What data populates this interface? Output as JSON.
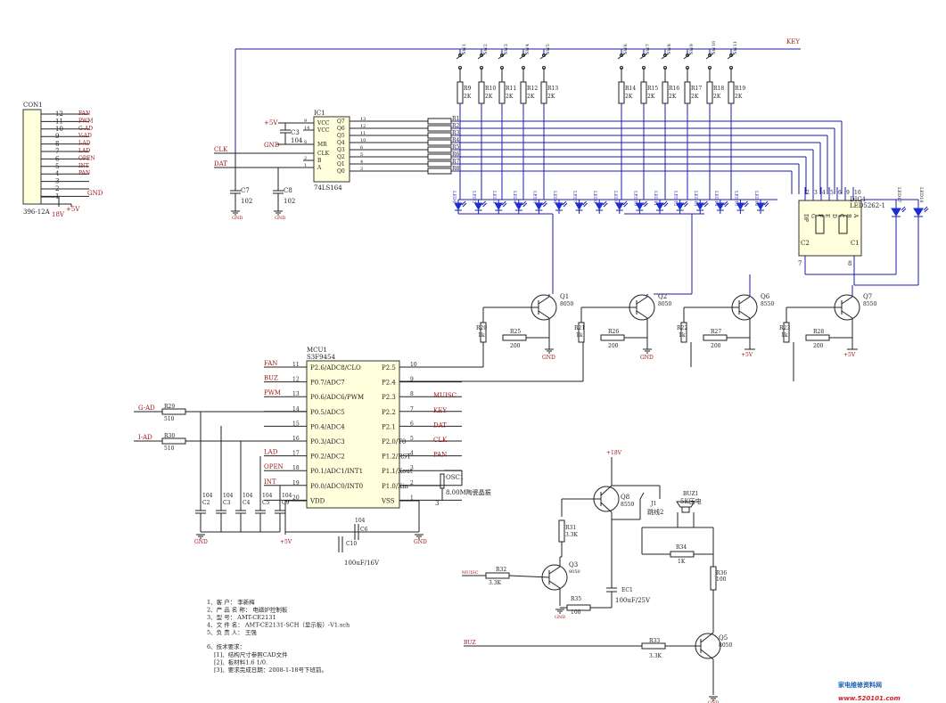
{
  "con1": {
    "ref": "CON1",
    "part": "396-12A",
    "pins": [
      {
        "num": "12",
        "net": "FAN"
      },
      {
        "num": "11",
        "net": "PWM"
      },
      {
        "num": "10",
        "net": "G-AD"
      },
      {
        "num": "9",
        "net": "V-AD"
      },
      {
        "num": "8",
        "net": "I-AD"
      },
      {
        "num": "7",
        "net": "LAD"
      },
      {
        "num": "6",
        "net": "OPEN"
      },
      {
        "num": "5",
        "net": "INT"
      },
      {
        "num": "4",
        "net": "PAN"
      },
      {
        "num": "3",
        "net": ""
      },
      {
        "num": "2",
        "net": ""
      },
      {
        "num": "1",
        "net": ""
      }
    ],
    "gnd": "GND",
    "p18": "18V",
    "p5": "+5V"
  },
  "ic1": {
    "ref": "IC1",
    "part": "74LS164",
    "left_pins": [
      {
        "num": "9",
        "name": "VCC"
      },
      {
        "num": "14",
        "name": "VCC"
      },
      {
        "num": "8",
        "name": "MR"
      },
      {
        "num": "",
        "name": "CLK"
      },
      {
        "num": "2",
        "name": "B"
      },
      {
        "num": "1",
        "name": "A"
      }
    ],
    "right_pins": [
      {
        "num": "13",
        "name": "Q7"
      },
      {
        "num": "12",
        "name": "Q6"
      },
      {
        "num": "11",
        "name": "Q5"
      },
      {
        "num": "10",
        "name": "Q4"
      },
      {
        "num": "6",
        "name": "Q3"
      },
      {
        "num": "5",
        "name": "Q2"
      },
      {
        "num": "4",
        "name": "Q1"
      },
      {
        "num": "3",
        "name": "Q0"
      }
    ],
    "v5": "+5V",
    "gnd": "GND",
    "c3": "C3",
    "c3v": "104",
    "clk": "CLK",
    "dat": "DAT"
  },
  "caps_left": [
    {
      "ref": "C7",
      "val": "102",
      "gnd": "GND"
    },
    {
      "ref": "C8",
      "val": "102",
      "gnd": "GND"
    }
  ],
  "rarray": [
    "R1",
    "R2",
    "R3",
    "R4",
    "R5",
    "R6",
    "R7",
    "R8"
  ],
  "key_net": "KEY",
  "switches": [
    "SW1",
    "SW2",
    "SW3",
    "SW4",
    "SW5",
    "SW6",
    "SW7",
    "SW8",
    "SW9",
    "SW10",
    "SW11"
  ],
  "resistors_top": [
    {
      "ref": "R9",
      "val": "2K"
    },
    {
      "ref": "R10",
      "val": "2K"
    },
    {
      "ref": "R11",
      "val": "2K"
    },
    {
      "ref": "R12",
      "val": "2K"
    },
    {
      "ref": "R13",
      "val": "2K"
    },
    {
      "ref": "R14",
      "val": "2K"
    },
    {
      "ref": "R15",
      "val": "2K"
    },
    {
      "ref": "R16",
      "val": "2K"
    },
    {
      "ref": "R17",
      "val": "2K"
    },
    {
      "ref": "R18",
      "val": "2K"
    },
    {
      "ref": "R19",
      "val": "2K"
    }
  ],
  "leds": [
    "LED1",
    "LED2",
    "LED3",
    "LED4",
    "LED5",
    "LED6",
    "LED7",
    "LED8",
    "LED9",
    "LED10",
    "LED11",
    "LED12",
    "LED13",
    "LED14",
    "LED15",
    "LED16"
  ],
  "digit": {
    "ref": "DIG1",
    "part": "LED5262-1",
    "pins_top": [
      "2",
      "3",
      "4",
      "5",
      "6",
      "9",
      "10"
    ],
    "letters": [
      "DP",
      "G",
      "F",
      "E",
      "D",
      "C",
      "B",
      "A"
    ],
    "c2": "C2",
    "c1": "C1",
    "p7": "7",
    "p8": "8"
  },
  "leds_right": [
    "LED17",
    "LED18"
  ],
  "transistors": [
    {
      "ref": "Q1",
      "part": "8050"
    },
    {
      "ref": "Q2",
      "part": "8050"
    },
    {
      "ref": "Q6",
      "part": "8550"
    },
    {
      "ref": "Q7",
      "part": "8550"
    }
  ],
  "bias": [
    {
      "rb": "R20",
      "rbv": "1k",
      "re": "R25",
      "rev": "200",
      "sup": "GND"
    },
    {
      "rb": "R21",
      "rbv": "1k",
      "re": "R26",
      "rev": "200",
      "sup": "GND"
    },
    {
      "rb": "R22",
      "rbv": "1k",
      "re": "R27",
      "rev": "200",
      "sup": "+5V"
    },
    {
      "rb": "R23",
      "rbv": "1k",
      "re": "R28",
      "rev": "200",
      "sup": "+5V"
    }
  ],
  "mcu": {
    "ref": "MCU1",
    "part": "S3F9454",
    "left_pins": [
      {
        "num": "11",
        "name": "P2.6/ADC8/CLO",
        "net": "FAN"
      },
      {
        "num": "12",
        "name": "P0.7/ADC7",
        "net": "BUZ"
      },
      {
        "num": "13",
        "name": "P0.6/ADC6/PWM",
        "net": "PWM"
      },
      {
        "num": "14",
        "name": "P0.5/ADC5",
        "net": "G-AD"
      },
      {
        "num": "15",
        "name": "P0.4/ADC4",
        "net": "V-AD"
      },
      {
        "num": "16",
        "name": "P0.3/ADC3",
        "net": "I-AD"
      },
      {
        "num": "17",
        "name": "P0.2/ADC2",
        "net": "LAD"
      },
      {
        "num": "18",
        "name": "P0.1/ADC1/INT1",
        "net": "OPEN"
      },
      {
        "num": "19",
        "name": "P0.0/ADC0/INT0",
        "net": "INT"
      },
      {
        "num": "20",
        "name": "VDD",
        "net": ""
      }
    ],
    "right_pins": [
      {
        "num": "10",
        "name": "P2.5",
        "net": ""
      },
      {
        "num": "9",
        "name": "P2.4",
        "net": ""
      },
      {
        "num": "8",
        "name": "P2.3",
        "net": "MUISC"
      },
      {
        "num": "7",
        "name": "P2.2",
        "net": "KEY"
      },
      {
        "num": "6",
        "name": "P2.1",
        "net": "DAT"
      },
      {
        "num": "5",
        "name": "P2.0/T0",
        "net": "CLK"
      },
      {
        "num": "4",
        "name": "P1.2/RST",
        "net": "PAN"
      },
      {
        "num": "3",
        "name": "P1.1/Xout",
        "net": ""
      },
      {
        "num": "2",
        "name": "P1.0/Xin",
        "net": ""
      },
      {
        "num": "1",
        "name": "VSS",
        "net": ""
      }
    ],
    "osc": "OSC1",
    "osc_val": "8.00M陶瓷晶振",
    "p3": "3"
  },
  "input_res": [
    {
      "net": "G-AD",
      "ref": "R29",
      "val": "510"
    },
    {
      "net": "I-AD",
      "ref": "R30",
      "val": "510"
    }
  ],
  "mcu_caps": [
    {
      "ref": "C2",
      "val": "104"
    },
    {
      "ref": "C3",
      "val": "104"
    },
    {
      "ref": "C4",
      "val": "104"
    },
    {
      "ref": "C5",
      "val": "104"
    },
    {
      "ref": "C9",
      "val": "104"
    }
  ],
  "mcu_power": {
    "gnd": "GND",
    "v5": "+5V",
    "gnd2": "GND",
    "c6": "C6",
    "c6v": "104",
    "c10": "C10",
    "c10v": "100uF/16V"
  },
  "audio": {
    "v18": "+18V",
    "q8": "Q8",
    "q8p": "8550",
    "j1": "J1",
    "j1v": "跳线2",
    "buz": "BUZ1",
    "buzv": "5K压电",
    "r31": "R31",
    "r31v": "3.3K",
    "r34": "R34",
    "r34v": "1K",
    "r36": "R36",
    "r36v": "100",
    "q3": "Q3",
    "q3p": "8050",
    "muisc": "MUISC",
    "r32": "R32",
    "r32v": "3.3K",
    "ec1": "EC1",
    "ec1v": "100uF/25V",
    "r35": "R35",
    "r35v": "100",
    "gnd": "GND",
    "buz_net": "BUZ",
    "r33": "R33",
    "r33v": "3.3K",
    "q5": "Q5",
    "q5p": "8050",
    "gnd2": "GND"
  },
  "notes": {
    "lines": [
      "1、客      户：  李新梅",
      "2、产 品 名 称：  电磁炉控制板",
      "3、型      号：  AMT-CE2131",
      "4、文      件  名：  AMT-CE2131-SCH（显示板）-V1.sch",
      "5、负  责  人：  王强"
    ],
    "req_title": "6、技术要求：",
    "req": [
      "[1]、结构尺寸参照CAD文件",
      "[2]、板材料1.6 1/0.",
      "[3]、要求完成日期：2008-1-18号下班前。"
    ]
  },
  "watermark": {
    "cn": "家电维修资料网",
    "url": "www.520101.com"
  }
}
